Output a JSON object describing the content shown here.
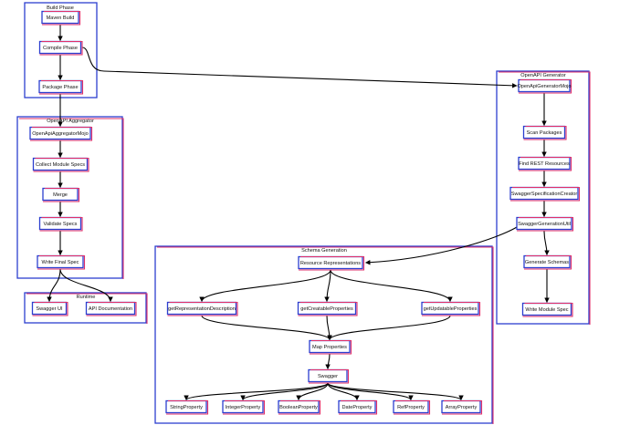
{
  "colors": {
    "blue": "#2c3fcf",
    "pink": "#e0306a",
    "magenta_fill": "#f58ef5",
    "lavender_fill": "#a9a9f3",
    "green_fill": "#a5f0a5",
    "edge": "#000000"
  },
  "groups": [
    {
      "id": "build",
      "title": "Build Phase"
    },
    {
      "id": "aggregator",
      "title": "OpenAPI Aggregator"
    },
    {
      "id": "runtime",
      "title": "Runtime"
    },
    {
      "id": "generator",
      "title": "OpenAPI Generator"
    },
    {
      "id": "schema",
      "title": "Schema Generation"
    }
  ],
  "nodes": [
    {
      "id": "maven",
      "label": "Maven Build",
      "fill": "magenta"
    },
    {
      "id": "compile",
      "label": "Compile Phase"
    },
    {
      "id": "package",
      "label": "Package Phase"
    },
    {
      "id": "aggmojo",
      "label": "OpenApiAggregatorMojo",
      "fill": "lavender"
    },
    {
      "id": "collect",
      "label": "Collect Module Specs"
    },
    {
      "id": "merge",
      "label": "Merge"
    },
    {
      "id": "validate",
      "label": "Validate Specs"
    },
    {
      "id": "writefinal",
      "label": "Write Final Spec"
    },
    {
      "id": "swaggerui",
      "label": "Swagger UI"
    },
    {
      "id": "apidoc",
      "label": "API Documentation"
    },
    {
      "id": "genmojo",
      "label": "OpenApiGeneratorMojo",
      "fill": "lavender"
    },
    {
      "id": "scan",
      "label": "Scan Packages"
    },
    {
      "id": "findrest",
      "label": "Find REST Resources"
    },
    {
      "id": "speccreator",
      "label": "SwaggerSpecificationCreator"
    },
    {
      "id": "genutil",
      "label": "SwaggerGenerationUtil",
      "fill": "green"
    },
    {
      "id": "genschemas",
      "label": "Generate Schemas"
    },
    {
      "id": "writemodule",
      "label": "Write Module Spec"
    },
    {
      "id": "resreps",
      "label": "Resource Representations"
    },
    {
      "id": "getrepdesc",
      "label": "getRepresentationDescription"
    },
    {
      "id": "getcreat",
      "label": "getCreatableProperties"
    },
    {
      "id": "getupd",
      "label": "getUpdatableProperties"
    },
    {
      "id": "mapprops",
      "label": "Map Properties"
    },
    {
      "id": "swagger",
      "label": "Swagger"
    },
    {
      "id": "strprop",
      "label": "StringProperty"
    },
    {
      "id": "intprop",
      "label": "IntegerProperty"
    },
    {
      "id": "boolprop",
      "label": "BooleanProperty"
    },
    {
      "id": "dateprop",
      "label": "DateProperty"
    },
    {
      "id": "refprop",
      "label": "RefProperty"
    },
    {
      "id": "arrprop",
      "label": "ArrayProperty"
    }
  ],
  "edges": [
    {
      "from": "maven",
      "to": "compile"
    },
    {
      "from": "compile",
      "to": "package"
    },
    {
      "from": "compile",
      "to": "genmojo"
    },
    {
      "from": "package",
      "to": "aggmojo"
    },
    {
      "from": "aggmojo",
      "to": "collect"
    },
    {
      "from": "collect",
      "to": "merge"
    },
    {
      "from": "merge",
      "to": "validate"
    },
    {
      "from": "validate",
      "to": "writefinal"
    },
    {
      "from": "writefinal",
      "to": "swaggerui"
    },
    {
      "from": "writefinal",
      "to": "apidoc"
    },
    {
      "from": "genmojo",
      "to": "scan"
    },
    {
      "from": "scan",
      "to": "findrest"
    },
    {
      "from": "findrest",
      "to": "speccreator"
    },
    {
      "from": "speccreator",
      "to": "genutil"
    },
    {
      "from": "genutil",
      "to": "genschemas"
    },
    {
      "from": "genschemas",
      "to": "writemodule"
    },
    {
      "from": "genutil",
      "to": "resreps"
    },
    {
      "from": "resreps",
      "to": "getrepdesc"
    },
    {
      "from": "resreps",
      "to": "getcreat"
    },
    {
      "from": "resreps",
      "to": "getupd"
    },
    {
      "from": "getrepdesc",
      "to": "mapprops"
    },
    {
      "from": "getcreat",
      "to": "mapprops"
    },
    {
      "from": "getupd",
      "to": "mapprops"
    },
    {
      "from": "mapprops",
      "to": "swagger"
    },
    {
      "from": "swagger",
      "to": "strprop"
    },
    {
      "from": "swagger",
      "to": "intprop"
    },
    {
      "from": "swagger",
      "to": "boolprop"
    },
    {
      "from": "swagger",
      "to": "dateprop"
    },
    {
      "from": "swagger",
      "to": "refprop"
    },
    {
      "from": "swagger",
      "to": "arrprop"
    }
  ]
}
